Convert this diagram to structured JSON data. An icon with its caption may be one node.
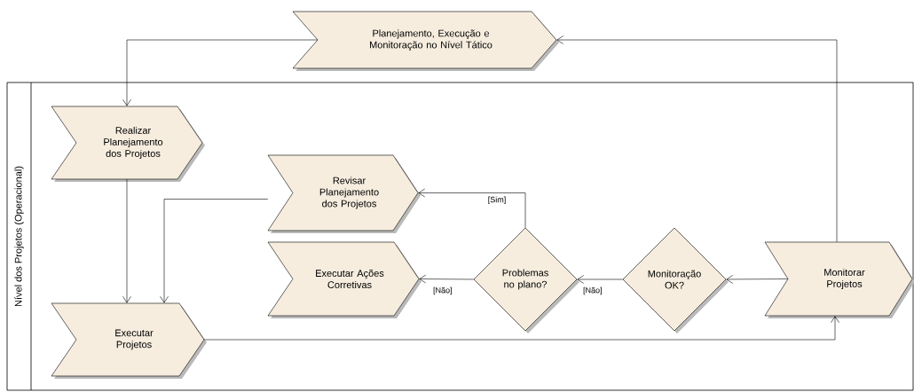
{
  "diagram": {
    "nodes": [
      {
        "text": [
          "Planejamento, Execução e Monitoração no Nível Tático"
        ]
      },
      {
        "text": [
          "Nível dos Projetos (Operacional)"
        ]
      },
      {
        "text": [
          "Realizar Planejamento dos Projetos"
        ],
        "in": 1
      },
      {
        "text": [
          "Revisar Planejamento dos Projetos"
        ],
        "in": 1
      },
      {
        "text": [
          "Executar Ações Corretivas"
        ],
        "in": 1
      },
      {
        "text": [
          "Problemas no plano?"
        ],
        "in": 1
      },
      {
        "text": [
          "Monitoração OK?"
        ],
        "in": 1
      },
      {
        "text": [
          "Monitorar Projetos"
        ],
        "in": 1
      },
      {
        "text": [
          "Executar Projetos"
        ],
        "in": 1
      }
    ],
    "edges": [
      {
        "from": 0,
        "to": 2,
        "arrow": "to"
      },
      {
        "from": 2,
        "to": 8,
        "arrow": "to"
      },
      {
        "from": 3,
        "to": 8,
        "arrow": "to"
      },
      {
        "from": 5,
        "to": 3,
        "arrow": "to",
        "label": "[Sim]"
      },
      {
        "from": 5,
        "to": 4,
        "arrow": "to",
        "label": "[Não]"
      },
      {
        "from": 6,
        "to": 5,
        "arrow": "to",
        "label": "[Não]"
      },
      {
        "from": 7,
        "to": 6,
        "arrow": "to"
      },
      {
        "from": 8,
        "to": 7,
        "arrow": "to"
      },
      {
        "from": 7,
        "to": 0,
        "arrow": "to"
      }
    ]
  }
}
